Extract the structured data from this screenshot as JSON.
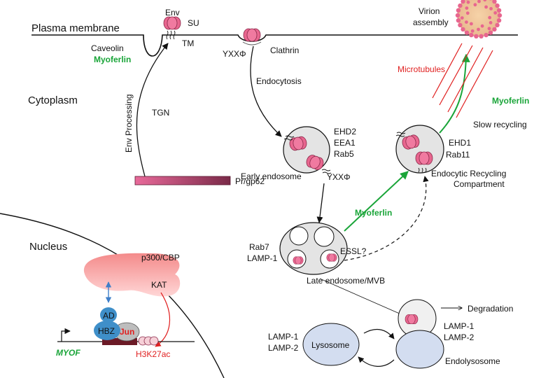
{
  "regions": {
    "plasma_membrane": "Plasma membrane",
    "cytoplasm": "Cytoplasm",
    "nucleus": "Nucleus"
  },
  "membrane": {
    "env": "Env",
    "su": "SU",
    "tm": "TM",
    "caveolin": "Caveolin",
    "myoferlin": "Myoferlin",
    "clathrin": "Clathrin",
    "motif": "YXXΦ",
    "virion_assembly_1": "Virion",
    "virion_assembly_2": "assembly"
  },
  "trafficking": {
    "env_processing": "Env Processing",
    "tgn": "TGN",
    "precursor": "Pr/gp62",
    "endocytosis": "Endocytosis",
    "microtubules": "Microtubules",
    "myoferlin_recycling": "Myoferlin",
    "slow_recycling": "Slow recycling",
    "myoferlin_transfer": "Myoferlin",
    "essl": "ESSL?"
  },
  "early_endosome": {
    "markers": [
      "EHD2",
      "EEA1",
      "Rab5"
    ],
    "label": "Early endosome",
    "motif": "YXXΦ"
  },
  "recycling_compartment": {
    "markers": [
      "EHD1",
      "Rab11"
    ],
    "label_1": "Endocytic Recycling",
    "label_2": "Compartment"
  },
  "late_endosome": {
    "markers": [
      "Rab7",
      "LAMP-1"
    ],
    "label": "Late endosome/MVB"
  },
  "degradation": {
    "label": "Degradation",
    "markers": [
      "LAMP-1",
      "LAMP-2"
    ],
    "endolysosome": "Endolysosome",
    "lysosome": "Lysosome",
    "lysosome_markers": [
      "LAMP-1",
      "LAMP-2"
    ]
  },
  "nucleus_panel": {
    "coactivator": "p300/CBP",
    "kat": "KAT",
    "ad": "AD",
    "hbz": "HBZ",
    "jun": "Jun",
    "gene": "MYOF",
    "mark": "H3K27ac"
  },
  "colors": {
    "env_protein": "#e8668f",
    "myoferlin_green": "#1aa539",
    "microtubule_red": "#e02020",
    "organelle_grey": "#e4e4e4",
    "lysosome_blue": "#d3ddf0",
    "hbz_blue": "#3f8fc9",
    "p300_pink": "#f28a8a"
  }
}
